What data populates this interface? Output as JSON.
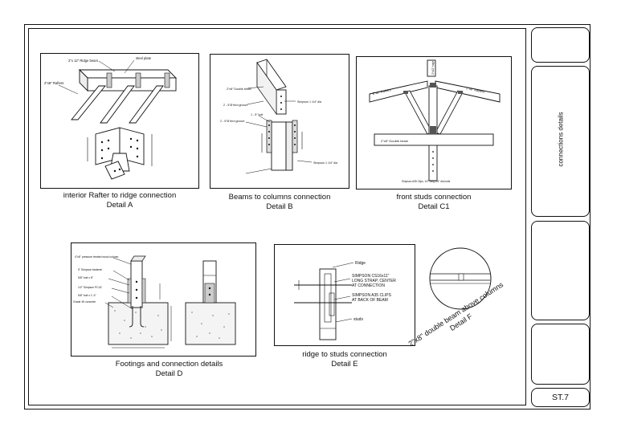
{
  "title_block": {
    "sheet_title": "connections details",
    "sheet_number": "ST.7"
  },
  "details": {
    "a": {
      "caption_line1": "interior  Rafter to ridge connection",
      "caption_line2": "Detail A",
      "notes": {
        "ridge": "2\"x 12\" Ridge beam",
        "plate": "steel plate",
        "rafters": "2\"x8\" Rafters"
      }
    },
    "b": {
      "caption_line1": "Beams to columns connection",
      "caption_line2": "Detail B",
      "notes": {
        "n1": "2\"x8\" Double beam",
        "n2": "2 - 5\"Ø thrd groove",
        "n3": "1 - 5\" bolt",
        "n4": "Simpson 1 1/4\" dia",
        "n5": "2 - 5\"Ø thrd groove",
        "n6": "Simpson 1 1/4\" dia"
      }
    },
    "c1": {
      "caption_line1": "front studs connection",
      "caption_line2": "Detail C1",
      "notes": {
        "left_rafters": "2\"x8\" Rafters",
        "right_rafters": "2\"x8\" Rafters",
        "beam": "2\"x8\" Double beam",
        "ridge": "2\"x12\" ridge",
        "footnote": "Simpson A35 Clips, 1/2\" long 1/4\" dia bolts"
      }
    },
    "d": {
      "caption_line1": "Footings  and connection details",
      "caption_line2": "Detail D",
      "notes": {
        "n1": "4\"x6\" pressure treated wood column",
        "n2": "5\" Simpson fastener",
        "n3": "5/8\" bolt x 8\"",
        "n4": "1/2\" Simpson PC4Z",
        "n5": "5/8\" bolt x 1'-4\"",
        "n6": "Grade 45 concrete"
      }
    },
    "e": {
      "caption_line1": "ridge to studs connection",
      "caption_line2": "Detail E",
      "notes": {
        "ridge": "Ridge",
        "strap_l1": "SIMPSON CS16x11\"",
        "strap_l2": "LONG STRAP, CENTER",
        "strap_l3": "AT CONNECTION",
        "clips_l1": "SIMPSON A35 CLIPS",
        "clips_l2": "AT BACK OF BEAM",
        "studs": "studs"
      }
    },
    "f": {
      "caption_line1": "2\"x8\" double beam above columns",
      "caption_line2": "Detail F"
    }
  }
}
